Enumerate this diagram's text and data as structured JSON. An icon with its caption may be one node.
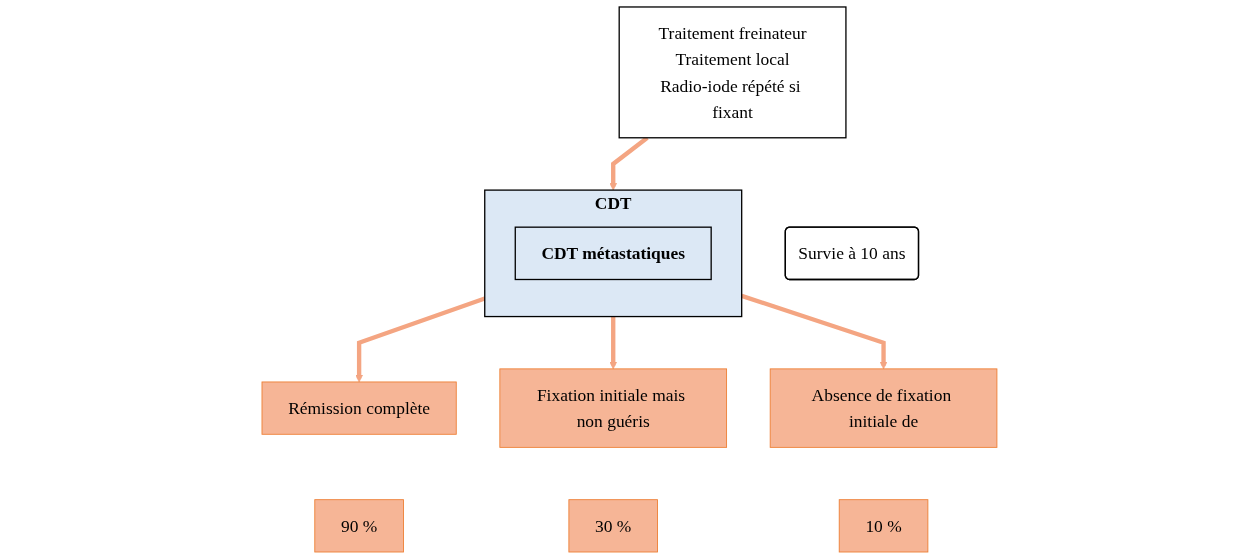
{
  "diagram": {
    "nodes": [
      {
        "text": [
          "Traitement freinateur",
          "Traitement local",
          "Radio-iode répété si fixant"
        ]
      },
      {
        "text": [
          "CDT"
        ]
      },
      {
        "text": [
          "CDT métastatiques"
        ],
        "in": 1
      },
      {
        "text": [
          "Rémission complète"
        ]
      },
      {
        "text": [
          "Fixation initiale mais non guéris"
        ]
      },
      {
        "text": [
          "Absence de fixation initiale de"
        ]
      },
      {
        "text": [
          "Survie à 10 ans"
        ]
      },
      {
        "text": [
          "90 %"
        ]
      },
      {
        "text": [
          "30 %"
        ]
      },
      {
        "text": [
          "10 %"
        ]
      }
    ],
    "edges": [
      {
        "from": 0,
        "to": 1,
        "arrow": "to"
      },
      {
        "from": 1,
        "to": 3,
        "arrow": "to"
      },
      {
        "from": 1,
        "to": 4,
        "arrow": "to"
      },
      {
        "from": 1,
        "to": 5,
        "arrow": "to"
      }
    ]
  }
}
